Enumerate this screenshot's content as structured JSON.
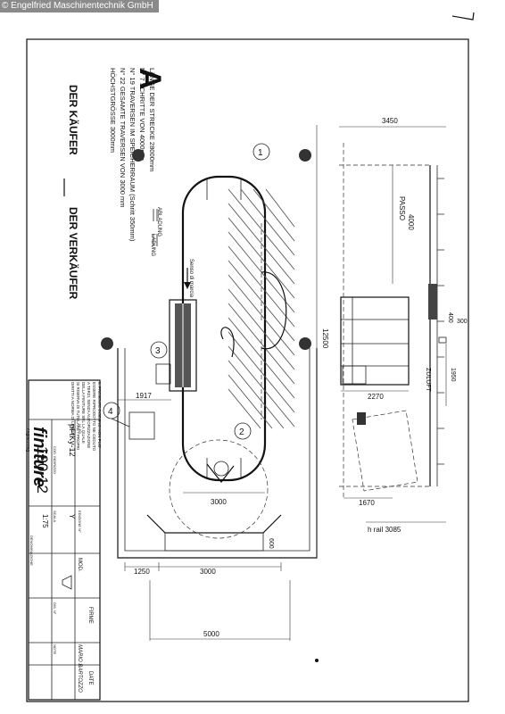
{
  "copyright": "© Engelfried Maschinentechnik GmbH",
  "sheet_letter": "A",
  "notes": {
    "line1": "LÄNGE DER STRECKE 28000mm",
    "line2": "N° 7 SCHRITTE VON 4000mm",
    "line3": "N° 19 TRAVERSEN IM SPEICHERRAUM (Schritt 350mm)",
    "line4": "N° 22 GESAMTE TRAVERSEN VON 3000 mm",
    "line5": "HÖCHSTGRÖSSE 3000mm"
  },
  "buyer_label": "DER KÄUFER",
  "seller_label": "DER VERKÄUFER",
  "legend": {
    "abladung": "ABLADUNG",
    "ladung": "LADUNG"
  },
  "direction_label": "Senso di marcia",
  "dimensions": {
    "d3450": "3450",
    "passo": "PASSO",
    "passo_value": "4000",
    "d12500": "12500",
    "d400": "400",
    "d300": "300",
    "d1950": "1950",
    "zuluft": "ZULUFT",
    "d2270": "2270",
    "d1917": "1917",
    "d3000_inner": "3000",
    "d1670": "1670",
    "h_rail": "h rail 3085",
    "d600": "600",
    "d1250": "1250",
    "d3000_bottom": "3000",
    "d5000": "5000"
  },
  "markers": [
    "1",
    "2",
    "3",
    "4"
  ],
  "title_block": {
    "disclaimer": [
      "IL PRESENTE DISEGNO NON PUO'",
      "ESSERE RIPRODOTTO NE CEDUTO",
      "A TERZI, SENZA AUTORIZZAZIONE",
      "DELLA FINITURE SRL LA QUALE",
      "SI RISERVA DI TUTELARE I PROPRI",
      "DIRITTI A NORMA DI LEGGE"
    ],
    "brand": "finiture",
    "brand_sub": "engineering",
    "fg_label": "N° FG.",
    "scale_label": "SCALA",
    "scale_value": "1:75",
    "codice_label": "COD. INDIRIZZO",
    "drawing_ref": "pFtKy-12",
    "drawing_number": "190-12",
    "edition_label": "EDIZIONE N°",
    "edition_value": "Y",
    "mod_label": "MOD.",
    "denominazione": "DENOMINAZIONE",
    "firme": "FIRME",
    "date": "DATE",
    "signature": "MARIO BARTOZZO",
    "nota": "NOTE",
    "dis_label": "DIS. N°"
  }
}
